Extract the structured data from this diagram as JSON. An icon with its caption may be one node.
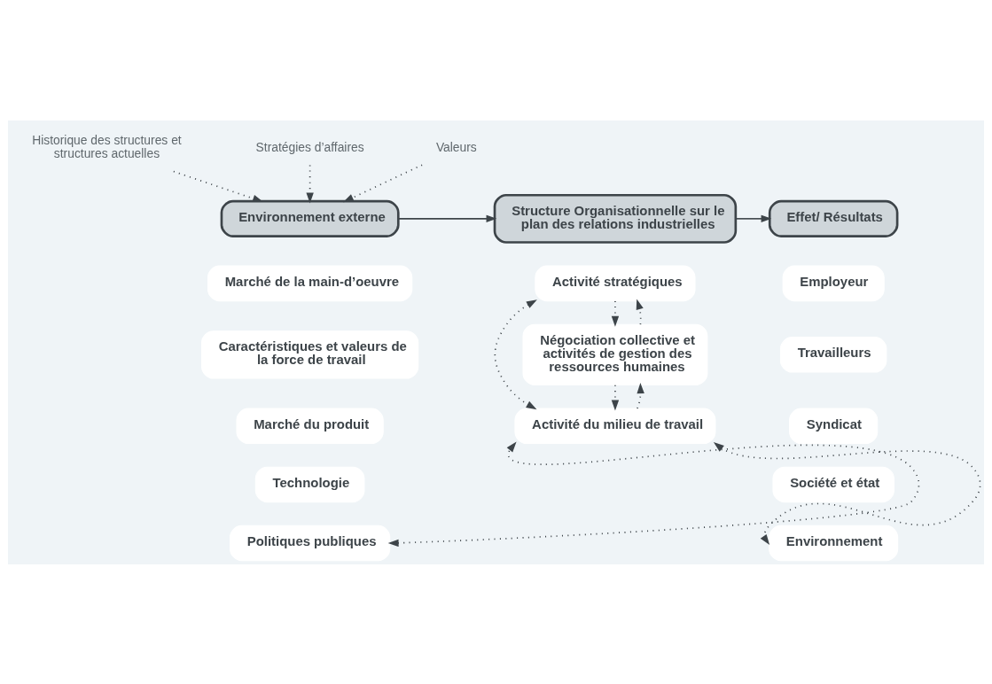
{
  "diagram": {
    "nodes": [
      {
        "text": [
          "Historique des structures et structures actuelles"
        ]
      },
      {
        "text": [
          "Stratégies d’affaires"
        ]
      },
      {
        "text": [
          "Valeurs"
        ]
      },
      {
        "text": [
          "Environnement externe"
        ]
      },
      {
        "text": [
          "Structure Organisationnelle sur le plan des relations industrielles"
        ]
      },
      {
        "text": [
          "Effet/ Résultats"
        ]
      },
      {
        "text": [
          "Marché de la main-d’oeuvre"
        ]
      },
      {
        "text": [
          "Caractéristiques et valeurs de la force de travail"
        ]
      },
      {
        "text": [
          "Marché du produit"
        ]
      },
      {
        "text": [
          "Technologie"
        ]
      },
      {
        "text": [
          "Politiques publiques"
        ]
      },
      {
        "text": [
          "Activité stratégiques"
        ]
      },
      {
        "text": [
          "Négociation collective et activités de gestion des ressources humaines"
        ]
      },
      {
        "text": [
          "Activité du milieu de travail"
        ]
      },
      {
        "text": [
          "Employeur"
        ]
      },
      {
        "text": [
          "Travailleurs"
        ]
      },
      {
        "text": [
          "Syndicat"
        ]
      },
      {
        "text": [
          "Société et état"
        ]
      },
      {
        "text": [
          "Environnement"
        ]
      }
    ],
    "edges": [
      {
        "from": 1,
        "to": 3,
        "arrow": "to",
        "style": "dashed"
      },
      {
        "from": 0,
        "to": 3,
        "arrow": "to",
        "style": "dashed"
      },
      {
        "from": 2,
        "to": 3,
        "arrow": "to",
        "style": "dashed"
      },
      {
        "from": 3,
        "to": 4,
        "arrow": "to"
      },
      {
        "from": 4,
        "to": 5,
        "arrow": "to"
      },
      {
        "from": 11,
        "to": 12,
        "arrow": "to",
        "style": "dashed"
      },
      {
        "from": 12,
        "to": 11,
        "arrow": "to",
        "style": "dashed"
      },
      {
        "from": 12,
        "to": 13,
        "arrow": "to",
        "style": "dashed"
      },
      {
        "from": 13,
        "to": 12,
        "arrow": "to",
        "style": "dashed"
      },
      {
        "from": 11,
        "to": 13,
        "arrow": "both",
        "style": "dashed"
      },
      {
        "from": 10,
        "to": 13,
        "arrow": "both",
        "style": "dashed"
      },
      {
        "from": 13,
        "to": 18,
        "arrow": "both",
        "style": "dashed"
      }
    ]
  }
}
